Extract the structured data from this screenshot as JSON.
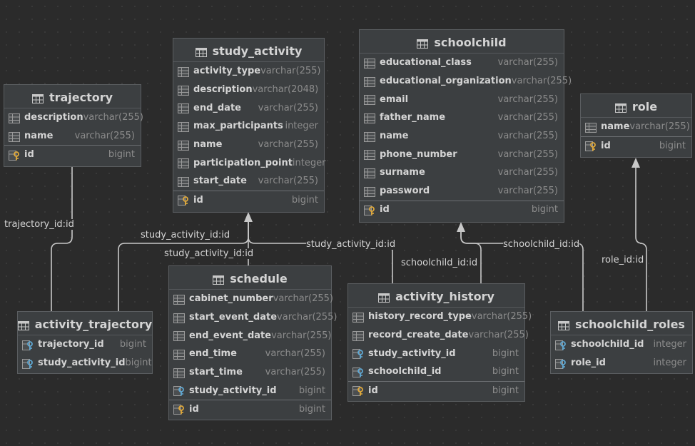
{
  "tables": {
    "trajectory": {
      "name": "trajectory",
      "columns": [
        {
          "name": "description",
          "type": "varchar(255)"
        },
        {
          "name": "name",
          "type": "varchar(255)"
        }
      ],
      "pk": {
        "name": "id",
        "type": "bigint"
      }
    },
    "study_activity": {
      "name": "study_activity",
      "columns": [
        {
          "name": "activity_type",
          "type": "varchar(255)"
        },
        {
          "name": "description",
          "type": "varchar(2048)"
        },
        {
          "name": "end_date",
          "type": "varchar(255)"
        },
        {
          "name": "max_participants",
          "type": "integer"
        },
        {
          "name": "name",
          "type": "varchar(255)"
        },
        {
          "name": "participation_point",
          "type": "integer"
        },
        {
          "name": "start_date",
          "type": "varchar(255)"
        }
      ],
      "pk": {
        "name": "id",
        "type": "bigint"
      }
    },
    "schoolchild": {
      "name": "schoolchild",
      "columns": [
        {
          "name": "educational_class",
          "type": "varchar(255)"
        },
        {
          "name": "educational_organization",
          "type": "varchar(255)"
        },
        {
          "name": "email",
          "type": "varchar(255)"
        },
        {
          "name": "father_name",
          "type": "varchar(255)"
        },
        {
          "name": "name",
          "type": "varchar(255)"
        },
        {
          "name": "phone_number",
          "type": "varchar(255)"
        },
        {
          "name": "surname",
          "type": "varchar(255)"
        },
        {
          "name": "password",
          "type": "varchar(255)"
        }
      ],
      "pk": {
        "name": "id",
        "type": "bigint"
      }
    },
    "role": {
      "name": "role",
      "columns": [
        {
          "name": "name",
          "type": "varchar(255)"
        }
      ],
      "pk": {
        "name": "id",
        "type": "bigint"
      }
    },
    "activity_trajectory": {
      "name": "activity_trajectory",
      "fk_columns": [
        {
          "name": "trajectory_id",
          "type": "bigint"
        },
        {
          "name": "study_activity_id",
          "type": "bigint"
        }
      ]
    },
    "schedule": {
      "name": "schedule",
      "columns": [
        {
          "name": "cabinet_number",
          "type": "varchar(255)"
        },
        {
          "name": "start_event_date",
          "type": "varchar(255)"
        },
        {
          "name": "end_event_date",
          "type": "varchar(255)"
        },
        {
          "name": "end_time",
          "type": "varchar(255)"
        },
        {
          "name": "start_time",
          "type": "varchar(255)"
        }
      ],
      "fk_columns": [
        {
          "name": "study_activity_id",
          "type": "bigint"
        }
      ],
      "pk": {
        "name": "id",
        "type": "bigint"
      }
    },
    "activity_history": {
      "name": "activity_history",
      "columns": [
        {
          "name": "history_record_type",
          "type": "varchar(255)"
        },
        {
          "name": "record_create_date",
          "type": "varchar(255)"
        }
      ],
      "fk_columns": [
        {
          "name": "study_activity_id",
          "type": "bigint"
        },
        {
          "name": "schoolchild_id",
          "type": "bigint"
        }
      ],
      "pk": {
        "name": "id",
        "type": "bigint"
      }
    },
    "schoolchild_roles": {
      "name": "schoolchild_roles",
      "fk_columns": [
        {
          "name": "schoolchild_id",
          "type": "integer"
        },
        {
          "name": "role_id",
          "type": "integer"
        }
      ]
    }
  },
  "relations": {
    "r1": "trajectory_id:id",
    "r2": "study_activity_id:id",
    "r3": "study_activity_id:id",
    "r4": "study_activity_id:id",
    "r5": "schoolchild_id:id",
    "r6": "schoolchild_id:id",
    "r7": "role_id:id"
  },
  "colors": {
    "background": "#2b2b2b",
    "table_bg": "#3c3f41",
    "text": "#d4d4d4",
    "type_text": "#8c8c8c",
    "edge": "#c8c8c8",
    "key_blue": "#5fa8d3",
    "key_gold": "#e0a93a"
  }
}
